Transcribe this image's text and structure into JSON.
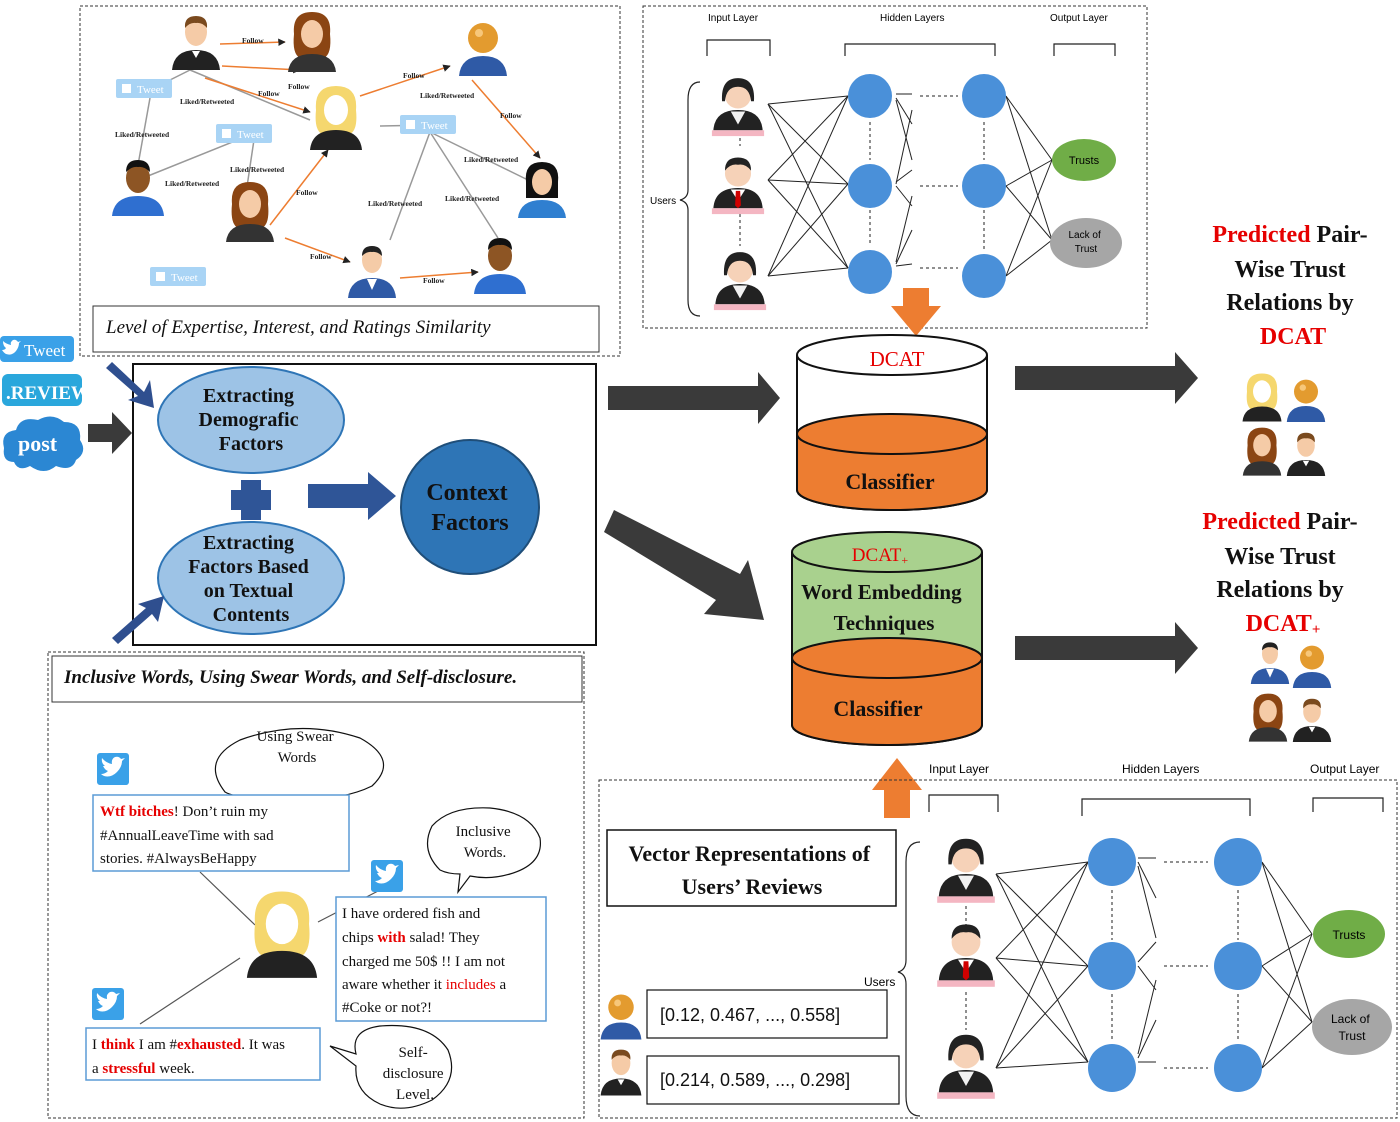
{
  "social": {
    "follow_label": "Follow",
    "liked_label": "Liked/Retweeted",
    "tweet_label": "Tweet",
    "caption": "Level of Expertise, Interest, and Ratings Similarity"
  },
  "sources": {
    "tweet": "Tweet",
    "reviews": ".REVIEWS",
    "post": "post"
  },
  "context": {
    "demographic": [
      "Extracting",
      "Demografic",
      "Factors"
    ],
    "textual": [
      "Extracting",
      "Factors Based",
      "on Textual",
      "Contents"
    ],
    "factors": [
      "Context",
      "Factors"
    ]
  },
  "nn_top": {
    "input_layer": "Input Layer",
    "hidden_layers": "Hidden Layers",
    "output_layer": "Output Layer",
    "users": "Users",
    "trusts": "Trusts",
    "lack_of_trust": [
      "Lack of",
      "Trust"
    ]
  },
  "dcat": {
    "name": "DCAT",
    "classifier": "Classifier"
  },
  "dcat_plus": {
    "name": "DCAT",
    "sub": "+",
    "embedding": [
      "Word Embedding",
      "Techniques"
    ],
    "classifier": "Classifier"
  },
  "predicted_1": {
    "red1": "Predicted",
    "black1": " Pair-",
    "line2": "Wise Trust",
    "line3": "Relations by",
    "red2": "DCAT"
  },
  "predicted_2": {
    "red1": "Predicted",
    "black1": " Pair-",
    "line2": "Wise Trust",
    "line3": "Relations by",
    "red2": "DCAT",
    "sub": "+"
  },
  "text_features": {
    "caption": "Inclusive Words, Using Swear Words, and Self-disclosure.",
    "bubble_swear": [
      "Using Swear",
      "Words"
    ],
    "bubble_inclusive": [
      "Inclusive",
      "Words."
    ],
    "bubble_self": [
      "Self-",
      "disclosure",
      "Level."
    ],
    "tweet1": {
      "line1_red_a": "Wtf",
      "line1_red_b": "bitches",
      "line1_rest": "! Don’t ruin my",
      "line2": "#AnnualLeaveTime with sad",
      "line3": "stories. #AlwaysBeHappy"
    },
    "tweet2": {
      "line1": "I have ordered fish and",
      "line2_a": "chips",
      "line2_red": "with",
      "line2_b": "salad! They",
      "line3": "charged me 50$ !! I am not",
      "line4_a": "aware whether it",
      "line4_red": "includes",
      "line4_b": "a",
      "line5": "#Coke or not?!"
    },
    "tweet3": {
      "a": "I",
      "red_think": "think",
      "b": "I am #",
      "red_exhausted": "exhausted",
      "c": ". It was",
      "d": "a",
      "red_stressful": "stressful",
      "e": "week."
    }
  },
  "vectors": {
    "title": [
      "Vector Representations of",
      "Users’ Reviews"
    ],
    "v1": "[0.12, 0.467, ..., 0.558]",
    "v2": "[0.214, 0.589, ..., 0.298]"
  },
  "nn_bottom": {
    "input_layer": "Input Layer",
    "hidden_layers": "Hidden Layers",
    "output_layer": "Output Layer",
    "users": "Users",
    "trusts": "Trusts",
    "lack_of_trust": [
      "Lack of",
      "Trust"
    ]
  },
  "colors": {
    "red": "#e60000",
    "orange": "#ed7d31",
    "green": "#a9d18e",
    "node_blue": "#4a90d9",
    "ellipse_light": "#9dc3e6",
    "ellipse_dark": "#2e75b6",
    "arrow_dark": "#3a3a3a",
    "arrow_navy": "#2f4f8f"
  }
}
